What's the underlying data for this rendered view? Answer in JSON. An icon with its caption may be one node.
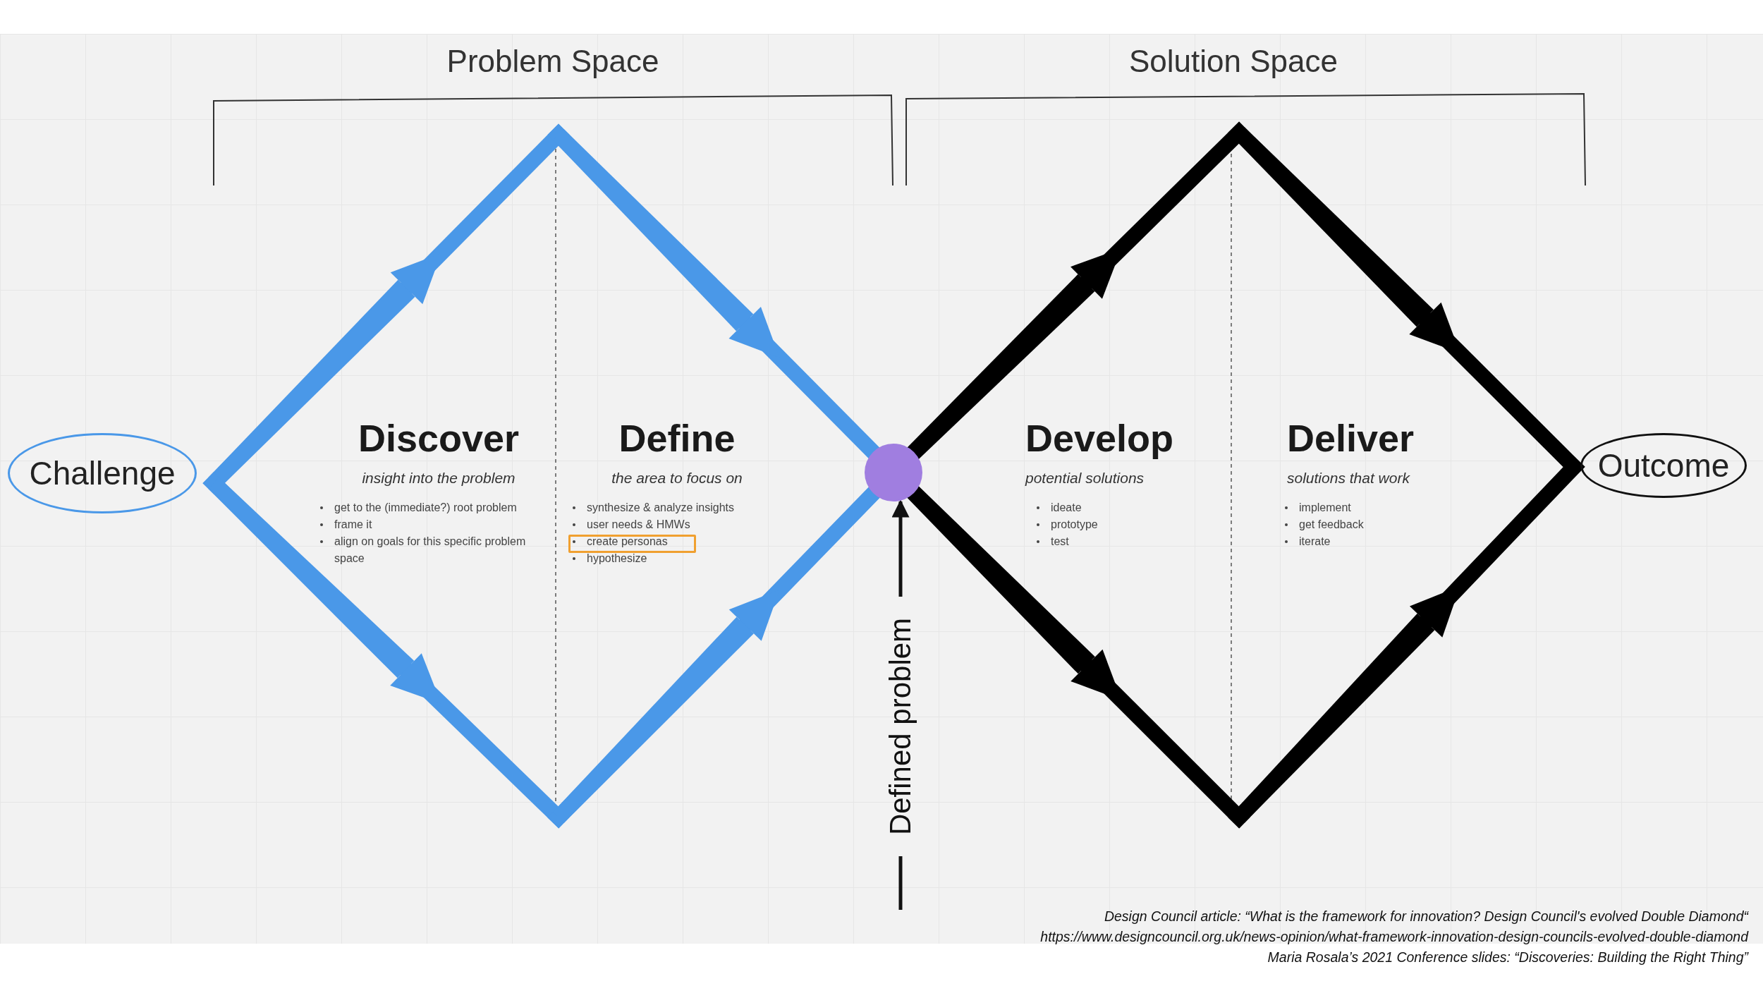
{
  "diagram": {
    "nodes": [
      {
        "text": [
          "Challenge"
        ]
      },
      {
        "text": [],
        "shape": "circle"
      },
      {
        "text": [
          "Defined problem"
        ]
      },
      {
        "text": [
          "Outcome"
        ]
      }
    ],
    "edges": [
      {
        "from": 2,
        "to": 1,
        "arrow": "to"
      }
    ],
    "labels": [
      "Problem Space",
      "Solution Space",
      "Discover",
      "insight into the problem",
      "get to the (immediate?) root problem",
      "frame it",
      "align on goals for this specific problem space",
      "Define",
      "the area to focus on",
      "synthesize & analyze insights",
      "user needs & HMWs",
      "create personas",
      "hypothesize",
      "Develop",
      "potential solutions",
      "ideate",
      "prototype",
      "test",
      "Deliver",
      "solutions that work",
      "implement",
      "get feedback",
      "iterate",
      "Design Council article: “What is the framework for innovation? Design Council's evolved Double Diamond“",
      "https://www.designcouncil.org.uk/news-opinion/what-framework-innovation-design-councils-evolved-double-diamond",
      "Maria Rosala’s 2021 Conference slides: “Discoveries: Building the Right Thing”"
    ]
  }
}
